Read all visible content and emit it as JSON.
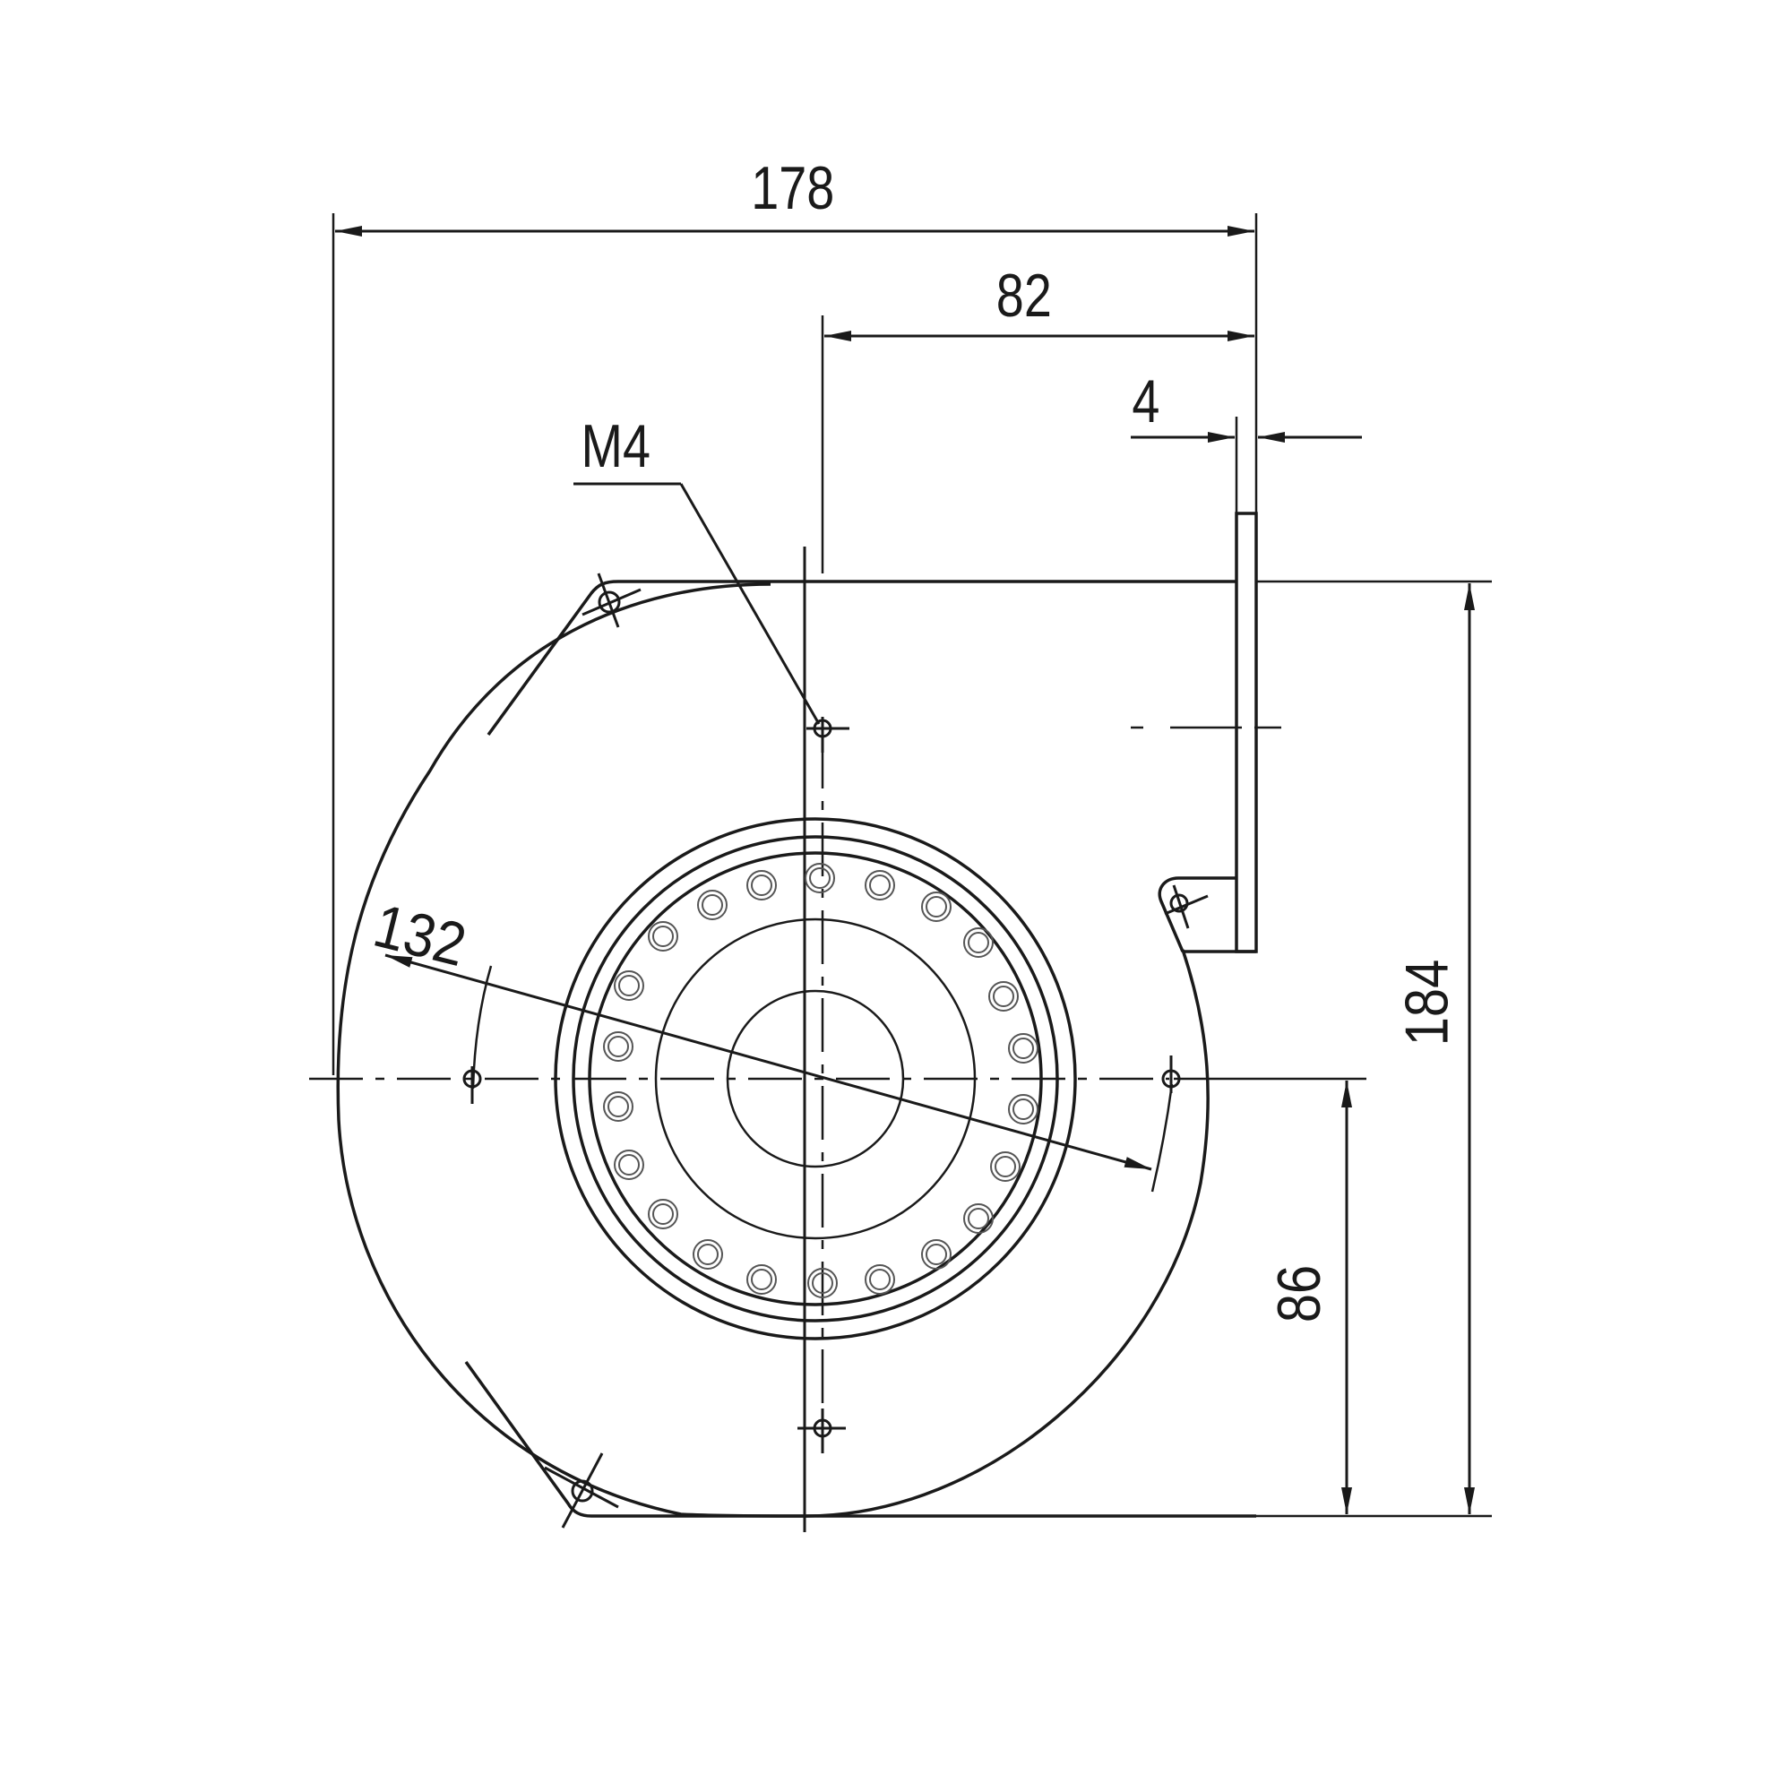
{
  "drawing": {
    "subject": "Centrifugal blower (radial fan) dimensional drawing",
    "line_color": "#1a1a1a",
    "background": "#ffffff",
    "units": "mm"
  },
  "dimensions": {
    "overall_width": {
      "label": "178",
      "value": 178,
      "orientation": "horizontal"
    },
    "axis_to_flange": {
      "label": "82",
      "value": 82,
      "orientation": "horizontal"
    },
    "flange_thickness": {
      "label": "4",
      "value": 4,
      "orientation": "horizontal"
    },
    "thread": {
      "label": "M4",
      "type": "leader"
    },
    "mounting_circle_diameter": {
      "label": "132",
      "value": 132,
      "orientation": "diagonal"
    },
    "overall_height": {
      "label": "184",
      "value": 184,
      "orientation": "vertical"
    },
    "axis_height": {
      "label": "86",
      "value": 86,
      "orientation": "vertical"
    }
  }
}
